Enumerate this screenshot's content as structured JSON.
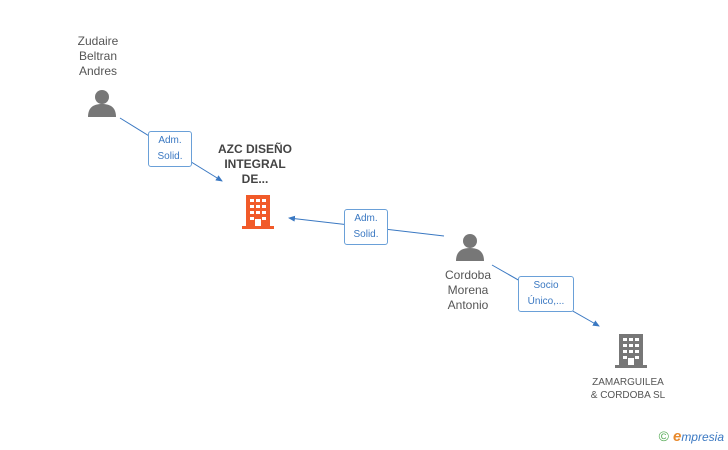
{
  "nodes": {
    "person_zudaire": {
      "lines": [
        "Zudaire",
        "Beltran",
        "Andres"
      ],
      "icon": "person-icon"
    },
    "company_azc": {
      "lines": [
        "AZC DISEÑO",
        "INTEGRAL",
        "DE..."
      ],
      "icon": "building-icon",
      "color": "#f15a29"
    },
    "person_cordoba": {
      "lines": [
        "Cordoba",
        "Morena",
        "Antonio"
      ],
      "icon": "person-icon"
    },
    "company_zamarguilea": {
      "lines": [
        "ZAMARGUILEA",
        "& CORDOBA SL"
      ],
      "icon": "building-icon",
      "color": "#777777"
    }
  },
  "edges": [
    {
      "from": "person_zudaire",
      "to": "company_azc",
      "role": [
        "Adm.",
        "Solid."
      ]
    },
    {
      "from": "person_cordoba",
      "to": "company_azc",
      "role": [
        "Adm.",
        "Solid."
      ]
    },
    {
      "from": "person_cordoba",
      "to": "company_zamarguilea",
      "role": [
        "Socio",
        "Único,..."
      ]
    }
  ],
  "colors": {
    "edge": "#3a78c2",
    "person": "#777777",
    "highlight": "#f15a29"
  },
  "brand": {
    "copyright": "©",
    "e": "e",
    "name": "mpresia"
  }
}
